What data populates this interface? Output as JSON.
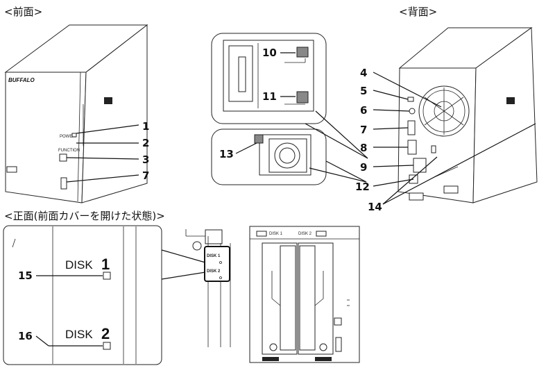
{
  "sections": {
    "front": "<前面>",
    "back": "<背面>",
    "front_open": "<正面(前面カバーを開けた状態)>"
  },
  "device": {
    "brand": "BUFFALO",
    "front_labels": [
      "POWER",
      "FUNCTION"
    ],
    "bay_labels": [
      "DISK 1",
      "DISK 2"
    ]
  },
  "closeup": {
    "disk1_word": "DISK",
    "disk1_num": "1",
    "disk2_word": "DISK",
    "disk2_num": "2",
    "small_disk1": "DISK 1",
    "small_disk2": "DISK 2"
  },
  "callouts": {
    "c1": "1",
    "c2": "2",
    "c3": "3",
    "c7a": "7",
    "c4": "4",
    "c5": "5",
    "c6": "6",
    "c7b": "7",
    "c8": "8",
    "c9": "9",
    "c10": "10",
    "c11": "11",
    "c12": "12",
    "c13": "13",
    "c14": "14",
    "c15": "15",
    "c16": "16"
  }
}
